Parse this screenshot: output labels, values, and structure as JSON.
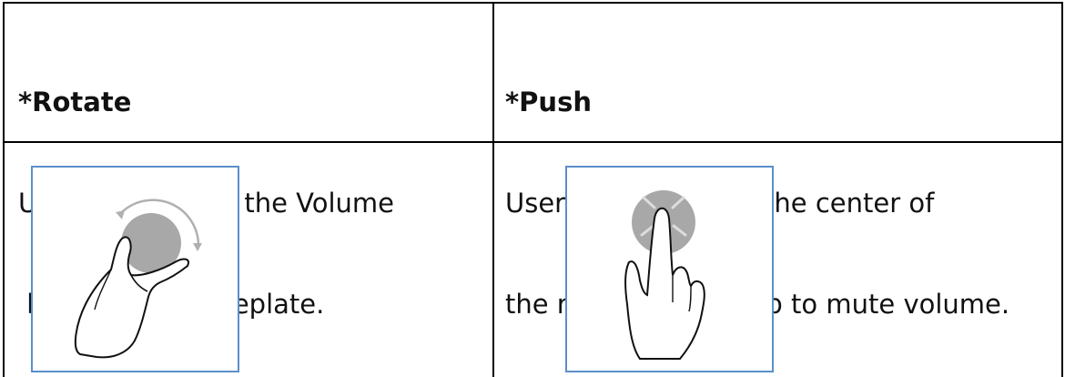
{
  "cells": [
    {
      "title": "*Rotate",
      "lines": [
        "Users can rotate the Volume",
        " knob on the faceplate."
      ],
      "illustration_icon": "hand-rotate-knob-icon"
    },
    {
      "title": "*Push",
      "lines": [
        "Users can press on the center of",
        "the rotary-push knob to mute volume."
      ],
      "illustration_icon": "hand-push-knob-icon"
    }
  ],
  "colors": {
    "border": "#000000",
    "frame": "#5b8fc9",
    "knob": "#a8a8a8",
    "arrow": "#b0b0b0",
    "hand_outline": "#111111"
  }
}
